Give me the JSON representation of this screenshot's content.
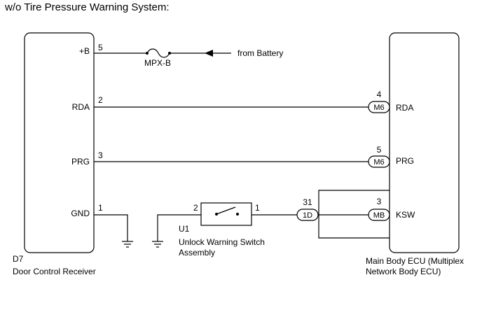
{
  "title": "w/o Tire Pressure Warning System:",
  "left_component": {
    "code": "D7",
    "name": "Door Control Receiver",
    "pins": [
      {
        "number": "5",
        "label": "+B"
      },
      {
        "number": "2",
        "label": "RDA"
      },
      {
        "number": "3",
        "label": "PRG"
      },
      {
        "number": "1",
        "label": "GND"
      }
    ]
  },
  "right_component": {
    "name_line1": "Main Body ECU (Multiplex",
    "name_line2": "Network Body ECU)",
    "pins": [
      {
        "number": "4",
        "connector": "M6",
        "label": "RDA"
      },
      {
        "number": "5",
        "connector": "M6",
        "label": "PRG"
      },
      {
        "number": "3",
        "connector": "MB",
        "label": "KSW"
      }
    ]
  },
  "fuse": {
    "label": "MPX-B"
  },
  "battery": {
    "label": "from Battery"
  },
  "switch": {
    "code": "U1",
    "name_line1": "Unlock Warning Switch",
    "name_line2": "Assembly",
    "pin_left": "2",
    "pin_right": "1"
  },
  "junction": {
    "connector": "1D",
    "pin": "31"
  }
}
